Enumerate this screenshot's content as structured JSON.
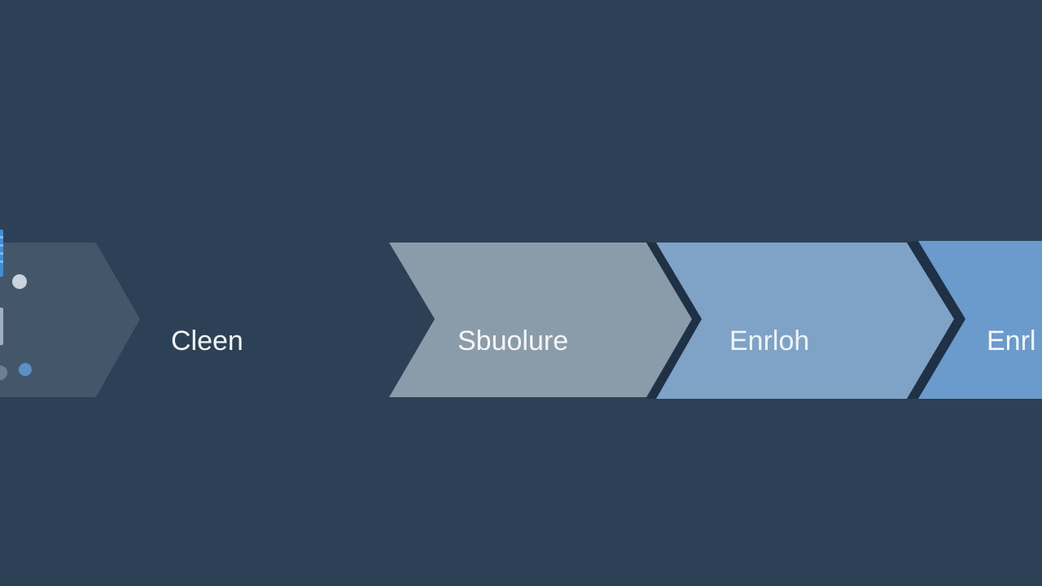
{
  "colors": {
    "background": "#2c4156",
    "separator": "#1f3144",
    "icon_accent": "#3f8fd8"
  },
  "steps": [
    {
      "label": "",
      "fill": "#43566a",
      "text_color": "#ffffff"
    },
    {
      "label": "Cleen",
      "fill": "#2c4156",
      "text_color": "#f2f5f8"
    },
    {
      "label": "Sbuolure",
      "fill": "#8a9caa",
      "text_color": "#f4f6f8"
    },
    {
      "label": "Enrloh",
      "fill": "#7ea3c7",
      "text_color": "#eef3f8"
    },
    {
      "label": "Enrl",
      "fill": "#6b9bcc",
      "text_color": "#f4f7fb"
    }
  ]
}
